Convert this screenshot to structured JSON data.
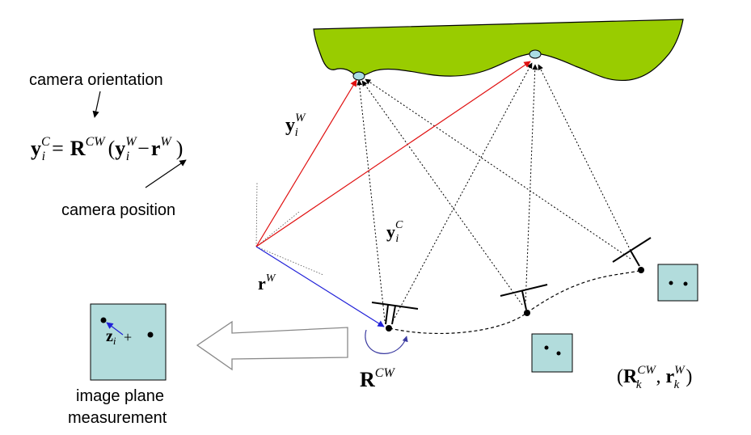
{
  "labels": {
    "camera_orientation": "camera orientation",
    "camera_position": "camera position",
    "image_plane_line1": "image plane",
    "image_plane_line2": "measurement"
  },
  "equation": {
    "lhs_sym": "y",
    "lhs_sup": "C",
    "lhs_sub": "i",
    "equals": "=",
    "rot_sym": "R",
    "rot_sup": "CW",
    "open_paren": "(",
    "y_sym": "y",
    "y_sup": "W",
    "y_sub": "i",
    "minus": "−",
    "r_sym": "r",
    "r_sup": "W",
    "close_paren": ")"
  },
  "math_labels": {
    "yiW": {
      "sym": "y",
      "sup": "W",
      "sub": "i"
    },
    "yiC": {
      "sym": "y",
      "sup": "C",
      "sub": "i"
    },
    "rW": {
      "sym": "r",
      "sup": "W"
    },
    "RCW": {
      "sym": "R",
      "sup": "CW"
    },
    "zi": {
      "sym": "z",
      "sub": "i"
    },
    "pose": {
      "open": "(",
      "R_sym": "R",
      "R_sup": "CW",
      "R_sub": "k",
      "comma": ",",
      "r_sym": "r",
      "r_sup": "W",
      "r_sub": "k",
      "close": ")"
    }
  },
  "colors": {
    "terrain": "#99cc00",
    "feature_marker": "#aadde4",
    "image_plane": "#b2dcdc",
    "world_to_feature_ray": "#e01010",
    "camera_position_vector": "#2020d8",
    "rotation_arc": "#3a3aa0"
  }
}
